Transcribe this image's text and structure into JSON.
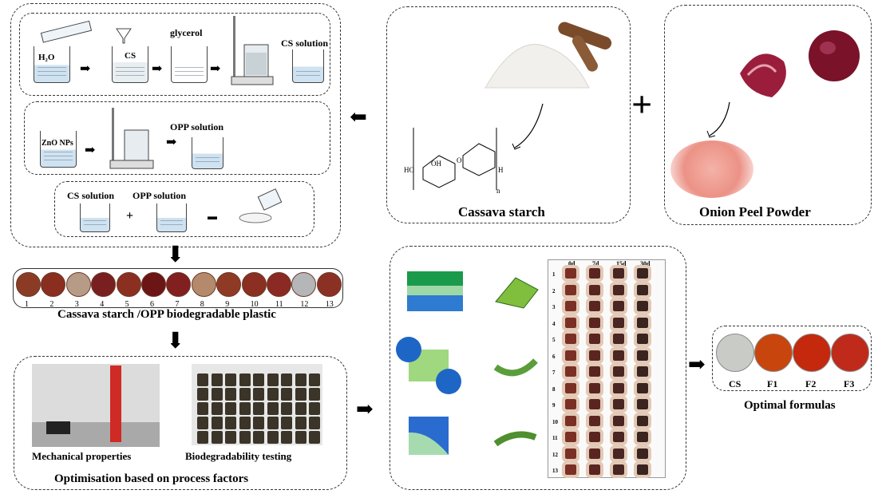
{
  "preparation": {
    "h2o": "H₂O",
    "cs": "CS",
    "glycerol": "glycerol",
    "cs_solution": "CS solution",
    "zno_nps": "ZnO NPs",
    "opp_solution": "OPP solution",
    "mix_cs": "CS solution",
    "mix_plus": "+",
    "mix_opp": "OPP solution"
  },
  "cassava": {
    "title": "Cassava starch",
    "formula_n": "n",
    "formula_h": "H",
    "oh_label": "HO",
    "oh2_label": "OH",
    "o_label": "O"
  },
  "onion": {
    "title": "Onion Peel Powder"
  },
  "plastic": {
    "title": "Cassava starch /OPP biodegradable plastic",
    "samples": [
      "1",
      "2",
      "3",
      "4",
      "5",
      "6",
      "7",
      "8",
      "9",
      "10",
      "11",
      "12",
      "13"
    ],
    "colors": [
      "#8b3b24",
      "#8a2e1f",
      "#b69c86",
      "#7a1f1f",
      "#8b3020",
      "#6b1515",
      "#821f1f",
      "#b58a6c",
      "#8f3a24",
      "#8b2f22",
      "#8a2a22",
      "#b4b6b8",
      "#8b3123"
    ]
  },
  "optimisation": {
    "title": "Optimisation based on process factors",
    "mechanical": "Mechanical properties",
    "biodegradability": "Biodegradability testing"
  },
  "table": {
    "headers": [
      "0d",
      "7d",
      "15d",
      "30d"
    ],
    "rows": [
      "1",
      "2",
      "3",
      "4",
      "5",
      "6",
      "7",
      "8",
      "9",
      "10",
      "11",
      "12",
      "13"
    ]
  },
  "optimal": {
    "title": "Optimal formulas",
    "labels": [
      "CS",
      "F1",
      "F2",
      "F3"
    ],
    "colors": [
      "#c9cbc6",
      "#c8450e",
      "#c4280d",
      "#bf2a1a"
    ]
  },
  "arrows": {
    "plus": "+"
  }
}
